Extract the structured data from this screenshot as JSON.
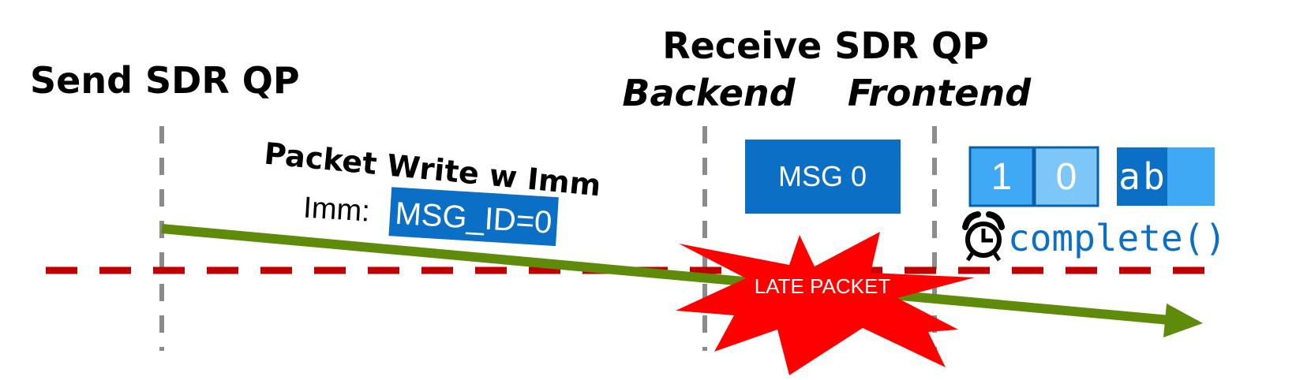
{
  "sender": {
    "title": "Send SDR QP"
  },
  "receiver": {
    "title": "Receive SDR QP",
    "backend_label": "Backend",
    "frontend_label": "Frontend"
  },
  "packet": {
    "label": "Packet Write w Imm",
    "imm_prefix": "Imm:",
    "imm_value": "MSG_ID=0"
  },
  "message_box": {
    "label": "MSG 0"
  },
  "bitmap": {
    "cells": [
      "1",
      "0"
    ],
    "data_cells": [
      "a",
      "b"
    ]
  },
  "late_packet": {
    "label": "LATE PACKET"
  },
  "completion": {
    "label": "complete()"
  },
  "colors": {
    "packet_arrow": "#5e8c0a",
    "timeout_line": "#c00000",
    "lifeline": "#8c8c8c",
    "message_blue": "#0b6fc6",
    "cell_light_blue": "#3fa9f5",
    "cell_lighter_blue": "#7cc7f7",
    "starburst_red": "#ff0000"
  },
  "icons": {
    "timer": "alarm-clock-icon"
  }
}
